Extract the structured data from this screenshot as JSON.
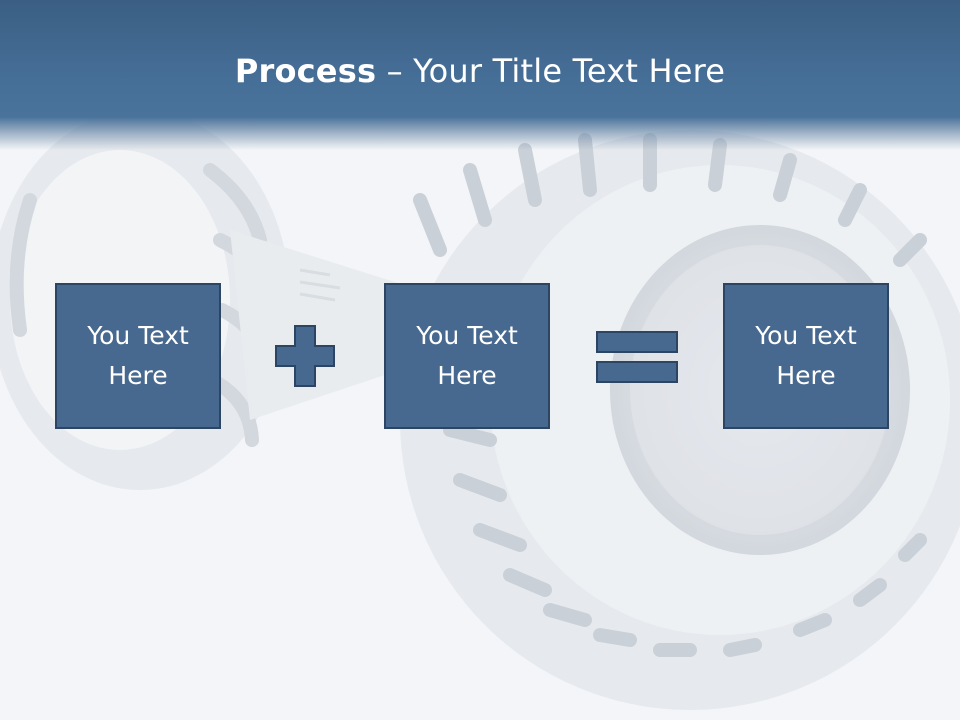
{
  "slide": {
    "title_bold": "Process",
    "title_rest": " – Your Title Text Here",
    "boxes": [
      {
        "label": "You Text Here"
      },
      {
        "label": "You Text Here"
      },
      {
        "label": "You Text Here"
      }
    ],
    "operators": [
      "plus-icon",
      "equals-icon"
    ]
  },
  "colors": {
    "header": "#466f98",
    "box_fill": "#47698f",
    "box_border": "#2b4562",
    "text": "#ffffff"
  }
}
